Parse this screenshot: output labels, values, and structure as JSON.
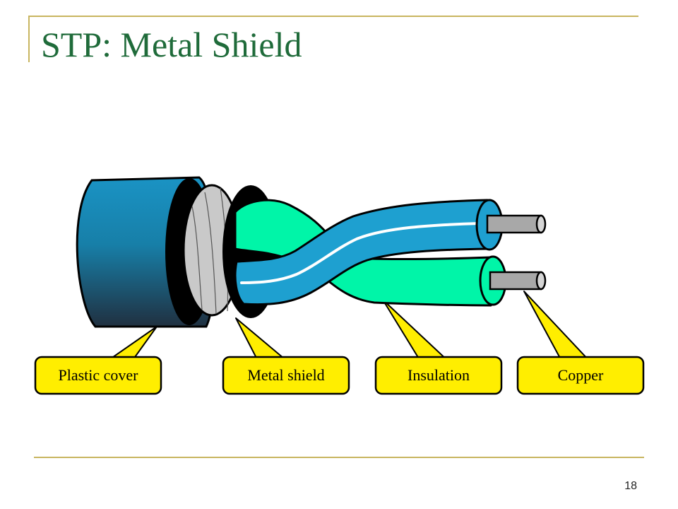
{
  "slide": {
    "title": "STP: Metal Shield",
    "page_number": "18"
  },
  "labels": {
    "plastic_cover": "Plastic cover",
    "metal_shield": "Metal shield",
    "insulation": "Insulation",
    "copper": "Copper"
  },
  "colors": {
    "title": "#1f6b3a",
    "frame_rule": "#c8b560",
    "outer_jacket": "#1a8fbf",
    "shield_foil": "#c9c9c9",
    "insulation_green": "#00f5a8",
    "insulation_blue": "#1ea0d0",
    "copper_conductor": "#a8a8a8",
    "callout_fill": "#ffee00"
  }
}
